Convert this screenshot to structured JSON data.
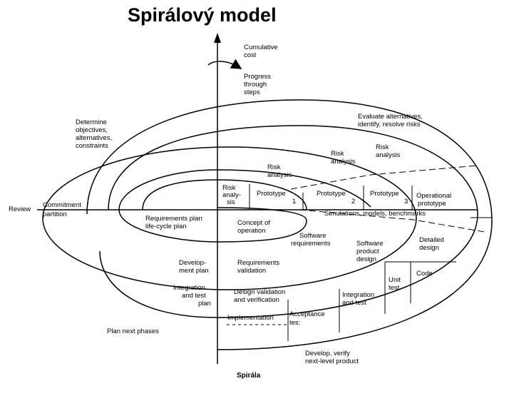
{
  "title": "Spirálový model",
  "caption": "Spirála",
  "diagram": {
    "axis_labels": {
      "cumulative_cost": [
        "Cumulative",
        "cost"
      ],
      "progress": [
        "Progress",
        "through",
        "steps"
      ],
      "review": "Review",
      "commitment": [
        "Commitment",
        "partition"
      ]
    },
    "quadrants": {
      "determine": [
        "Determine",
        "objectives,",
        "alternatives,",
        "constraints"
      ],
      "evaluate": [
        "Evaluate alternatives,",
        "identify, resolve risks"
      ],
      "plan": "Plan next phases",
      "develop": [
        "Develop, verify",
        "next-level product"
      ]
    },
    "risk_analysis": {
      "r1": [
        "Risk",
        "analy-",
        "sis"
      ],
      "r2": [
        "Risk",
        "analysis"
      ],
      "r3": [
        "Risk",
        "analysis"
      ],
      "r4": [
        "Risk",
        "analysis"
      ]
    },
    "prototypes": {
      "p1": [
        "Prototype",
        "1"
      ],
      "p2": [
        "Prototype",
        "2"
      ],
      "p3": [
        "Prototype",
        "3"
      ],
      "operational": [
        "Operational",
        "prototype"
      ]
    },
    "simulations": "Simulations, models, benchmarks",
    "plan_items": {
      "req_plan": [
        "Requirements plan",
        "life-cycle plan"
      ],
      "dev_plan": [
        "Develop-",
        "ment plan"
      ],
      "integ_plan": [
        "Integration",
        "and test",
        "plan"
      ]
    },
    "develop_items": {
      "concept": [
        "Concept of",
        "operation"
      ],
      "sw_req": [
        "Software",
        "requirements"
      ],
      "req_valid": [
        "Requirements",
        "validation"
      ],
      "sw_design": [
        "Software",
        "product",
        "design"
      ],
      "detailed": [
        "Detailed",
        "design"
      ],
      "design_valid": [
        "Design validation",
        "and verification"
      ],
      "code": "Code",
      "unit_test": [
        "Unit",
        "test"
      ],
      "integ_test": [
        "Integration",
        "and test"
      ],
      "implementation": "Implementation",
      "acceptance": [
        "Acceptance",
        "tes:"
      ]
    }
  }
}
